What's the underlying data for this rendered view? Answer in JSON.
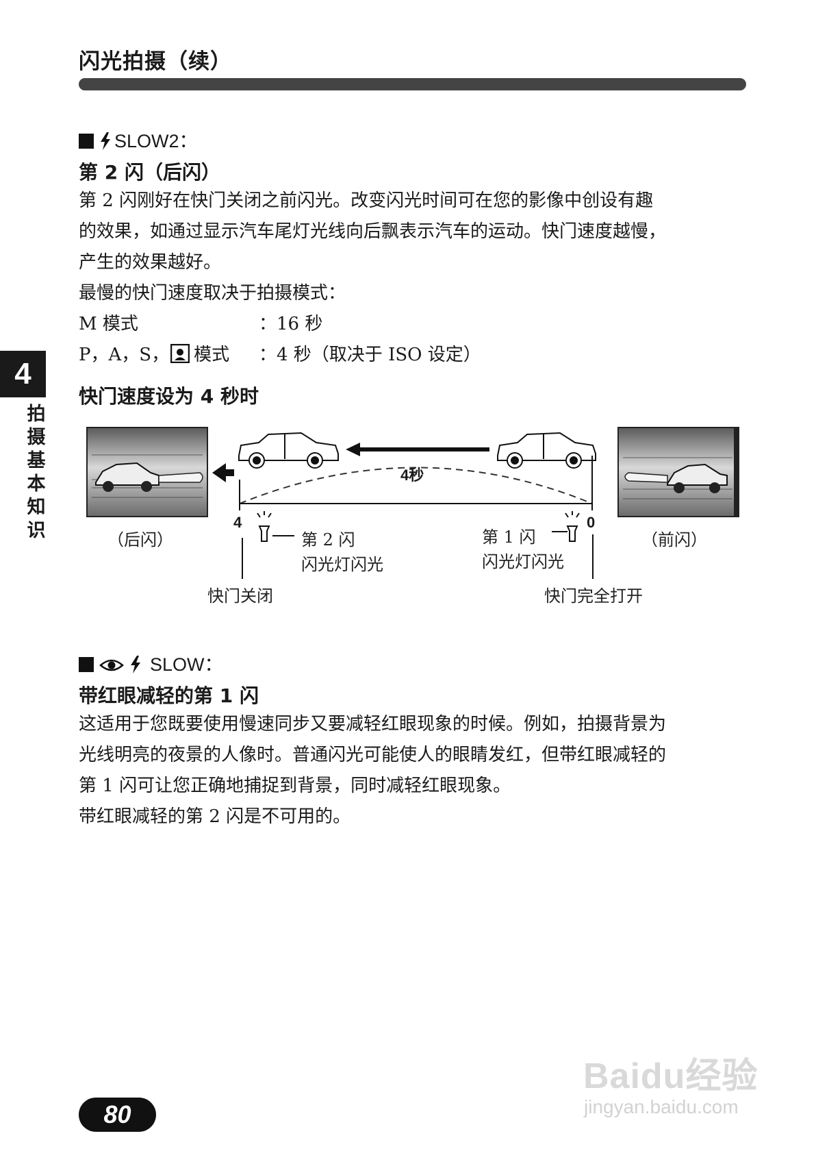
{
  "header": {
    "title": "闪光拍摄（续）"
  },
  "side_tab": {
    "number": "4",
    "text": "拍摄基本知识"
  },
  "section1": {
    "mode_label": "SLOW2：",
    "subtitle": "第 2 闪（后闪）",
    "paragraph_lines": [
      "第 2 闪刚好在快门关闭之前闪光。改变闪光时间可在您的影像中创设有趣",
      "的效果，如通过显示汽车尾灯光线向后飘表示汽车的运动。快门速度越慢，",
      "产生的效果越好。"
    ],
    "slowest_intro": "最慢的快门速度取决于拍摄模式：",
    "mode_rows": [
      {
        "mode": "M 模式",
        "value": "：16 秒"
      },
      {
        "mode_prefix": "P，A，S，",
        "mode_suffix": "模式",
        "value": "：4 秒（取决于 ISO 设定）"
      }
    ]
  },
  "diagram": {
    "title": "快门速度设为 4 秒时",
    "duration_label": "4秒",
    "left_photo_caption": "（后闪）",
    "right_photo_caption": "（前闪）",
    "left_marker": "4",
    "right_marker": "0",
    "second_flash_line1": "第 2 闪",
    "second_flash_line2": "闪光灯闪光",
    "first_flash_line1": "第 1 闪",
    "first_flash_line2": "闪光灯闪光",
    "shutter_close": "快门关闭",
    "shutter_open": "快门完全打开"
  },
  "section2": {
    "mode_label": "SLOW：",
    "subtitle": "带红眼减轻的第 1 闪",
    "paragraph_lines": [
      "这适用于您既要使用慢速同步又要减轻红眼现象的时候。例如，拍摄背景为",
      "光线明亮的夜景的人像时。普通闪光可能使人的眼睛发红，但带红眼减轻的",
      "第 1 闪可让您正确地捕捉到背景，同时减轻红眼现象。",
      "带红眼减轻的第 2 闪是不可用的。"
    ]
  },
  "page_number": "80",
  "watermark": {
    "line1": "Baidu经验",
    "line2": "jingyan.baidu.com"
  }
}
